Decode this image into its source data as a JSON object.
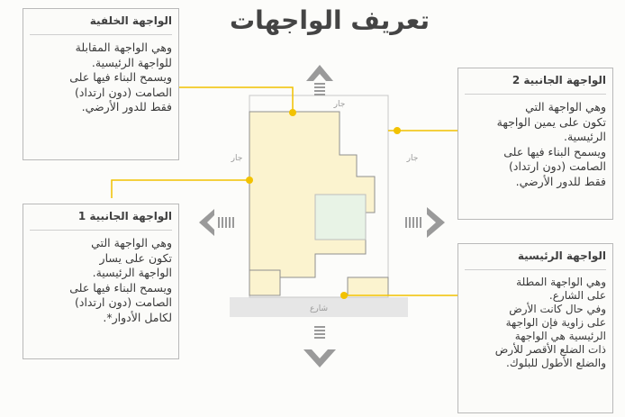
{
  "title": "تعريف الواجهات",
  "boxes": {
    "rear": {
      "heading": "الواجهة الخلفية",
      "body": "وهي الواجهة المقابلة\nللواجهة الرئيسية.\nويسمح البناء فيها على\nالصامت (دون ارتداد)\nفقط للدور الأرضي."
    },
    "side2": {
      "heading": "الواجهة الجانبية 2",
      "body": "وهي الواجهة التي\nتكون على يمين الواجهة\nالرئيسية.\nويسمح البناء فيها على\nالصامت (دون ارتداد)\nفقط للدور الأرضي."
    },
    "side1": {
      "heading": "الواجهة الجانبية 1",
      "body": "وهي الواجهة التي\nتكون على يسار\nالواجهة الرئيسية.\nويسمح البناء فيها على\nالصامت (دون ارتداد)\nلكامل الأدوار*."
    },
    "main": {
      "heading": "الواجهة الرئيسية",
      "body": "وهي الواجهة المطلة\nعلى الشارع.\nوفي حال كانت الأرض\nعلى زاوية فإن الواجهة\nالرئيسية هي الواجهة\nذات الضلع الأقصر للأرض\nوالضلع الأطول للبلوك."
    }
  },
  "labels": {
    "neighbor": "جار",
    "street": "شارع"
  },
  "colors": {
    "accent": "#f2c200",
    "building": "#fbf3cf",
    "courtyard": "#e8f3e6",
    "street": "#e6e6e6",
    "arrow": "#9a9a9a"
  }
}
